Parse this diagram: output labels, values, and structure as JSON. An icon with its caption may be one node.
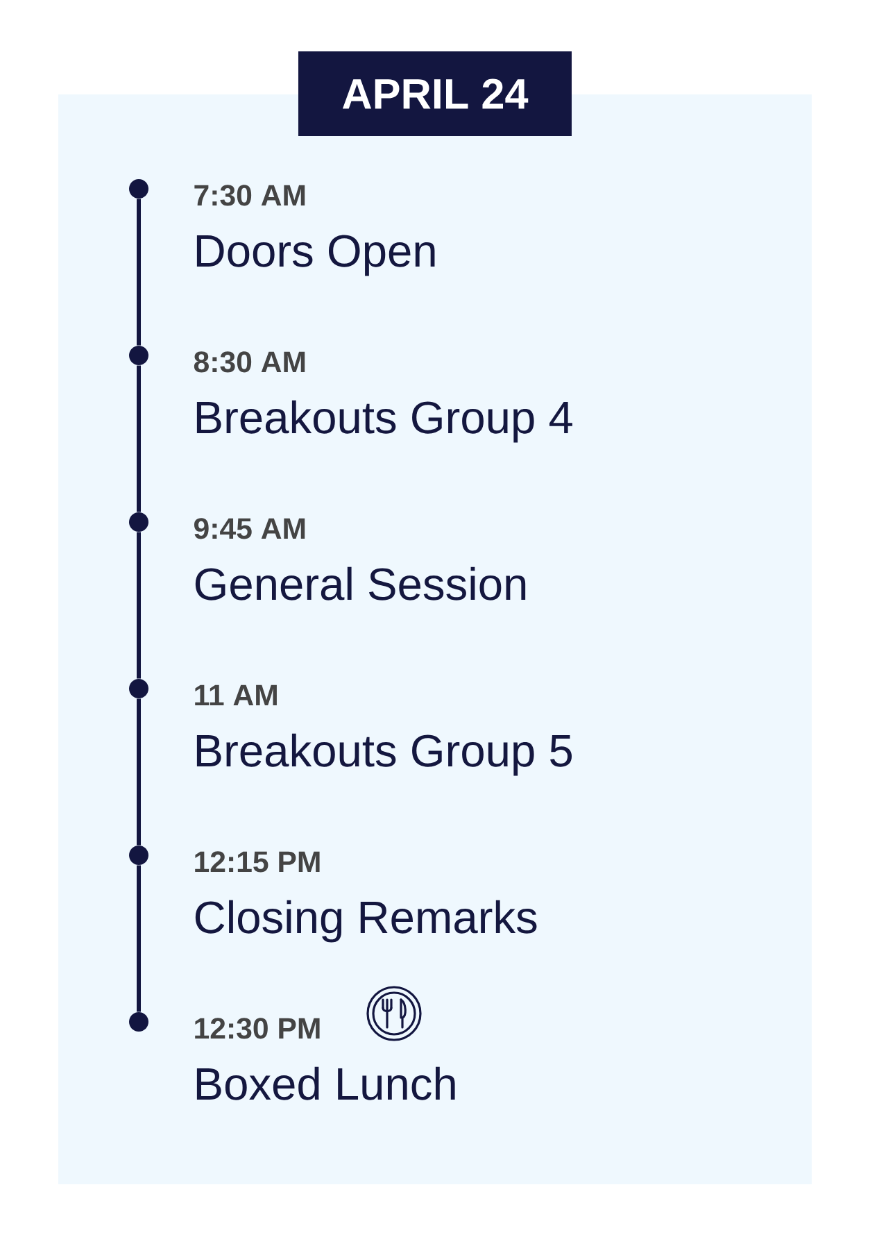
{
  "diagram": {
    "nodes": [
      {
        "text": [
          "APRIL 24"
        ]
      },
      {
        "text": [],
        "shape": "circle",
        "beside": [
          "7:30 AM",
          "Doors Open"
        ]
      },
      {
        "text": [],
        "shape": "circle",
        "beside": [
          "8:30 AM",
          "Breakouts Group 4"
        ]
      },
      {
        "text": [],
        "shape": "circle",
        "beside": [
          "9:45 AM",
          "General Session"
        ]
      },
      {
        "text": [],
        "shape": "circle",
        "beside": [
          "11 AM",
          "Breakouts Group 5"
        ]
      },
      {
        "text": [],
        "shape": "circle",
        "beside": [
          "12:15 PM",
          "Closing Remarks"
        ]
      },
      {
        "text": [],
        "shape": "circle",
        "beside": [
          "12:30 PM",
          "Boxed Lunch"
        ]
      }
    ],
    "edges": [
      {
        "from": 1,
        "to": 2,
        "arrow": "none"
      },
      {
        "from": 2,
        "to": 3,
        "arrow": "none"
      },
      {
        "from": 3,
        "to": 4,
        "arrow": "none"
      },
      {
        "from": 4,
        "to": 5,
        "arrow": "none"
      },
      {
        "from": 5,
        "to": 6,
        "arrow": "none"
      }
    ]
  }
}
